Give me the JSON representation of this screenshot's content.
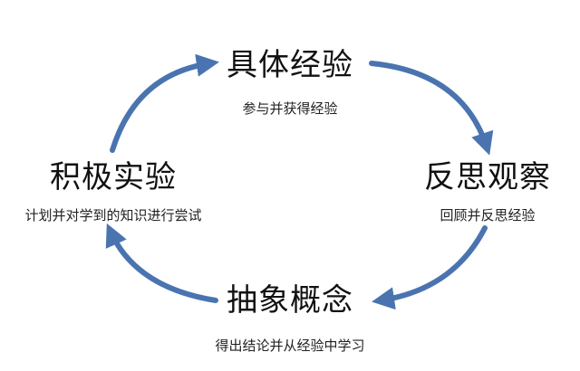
{
  "diagram": {
    "arrow_color": "#4a74b0",
    "stages": {
      "top": {
        "title": "具体经验",
        "desc": "参与并获得经验"
      },
      "right": {
        "title": "反思观察",
        "desc": "回顾并反思经验"
      },
      "bottom": {
        "title": "抽象概念",
        "desc": "得出结论并从经验中学习"
      },
      "left": {
        "title": "积极实验",
        "desc": "计划并对学到的知识进行尝试"
      }
    }
  }
}
